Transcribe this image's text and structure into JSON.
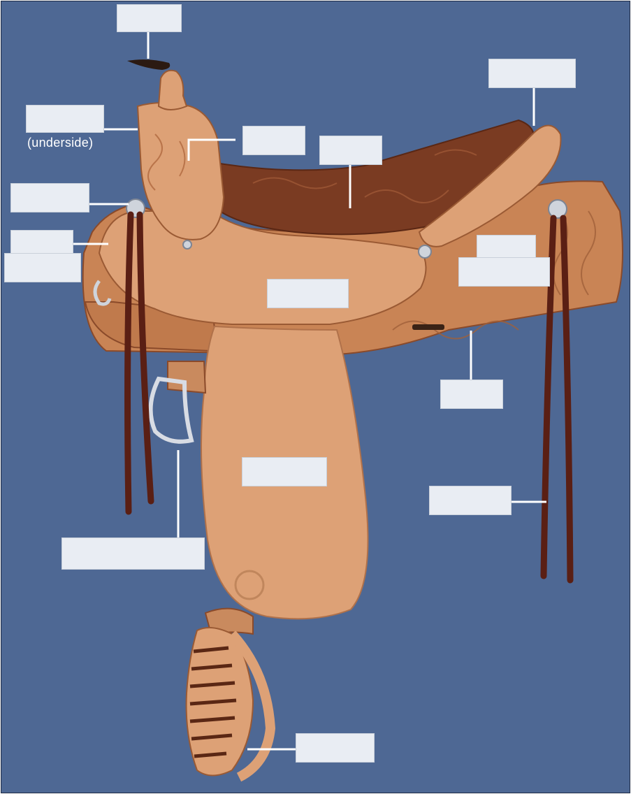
{
  "colors": {
    "background": "#4e6894",
    "leather": "#dda176",
    "leather_dark": "#b9744a",
    "seat_suede": "#7a3b22",
    "strap": "#5a1f14",
    "label_box": "#e9edf3",
    "leader_line": "#ffffff"
  },
  "annotations": {
    "horn_note": "(underside)"
  },
  "labels": [
    {
      "id": "horn",
      "text": ""
    },
    {
      "id": "fork-underside",
      "text": ""
    },
    {
      "id": "swell",
      "text": ""
    },
    {
      "id": "seat",
      "text": ""
    },
    {
      "id": "cantle",
      "text": ""
    },
    {
      "id": "front-concho",
      "text": ""
    },
    {
      "id": "front-jockey",
      "text": ""
    },
    {
      "id": "seat-jockey",
      "text": ""
    },
    {
      "id": "rear-jockey",
      "text": ""
    },
    {
      "id": "skirt",
      "text": ""
    },
    {
      "id": "back-tie-string",
      "text": ""
    },
    {
      "id": "fender",
      "text": ""
    },
    {
      "id": "cinch-ring",
      "text": ""
    },
    {
      "id": "stirrup",
      "text": ""
    }
  ]
}
